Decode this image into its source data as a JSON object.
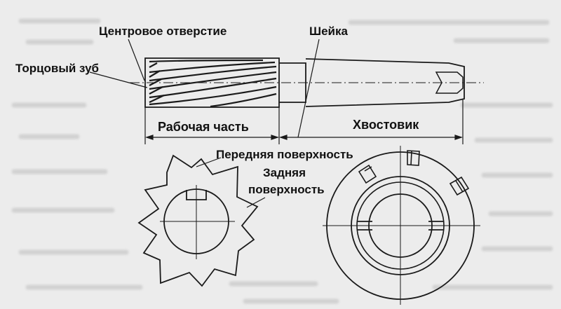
{
  "labels": {
    "center_hole": "Центровое отверстие",
    "neck": "Шейка",
    "end_tooth": "Торцовый зуб",
    "working_part": "Рабочая часть",
    "shank": "Хвостовик",
    "rake_face": "Передняя поверхность",
    "flank_line1": "Задняя",
    "flank_line2": "поверхность"
  },
  "colors": {
    "background": "#ececec",
    "ink": "#1a1a1a",
    "faded_text": "#d4d4d4"
  }
}
